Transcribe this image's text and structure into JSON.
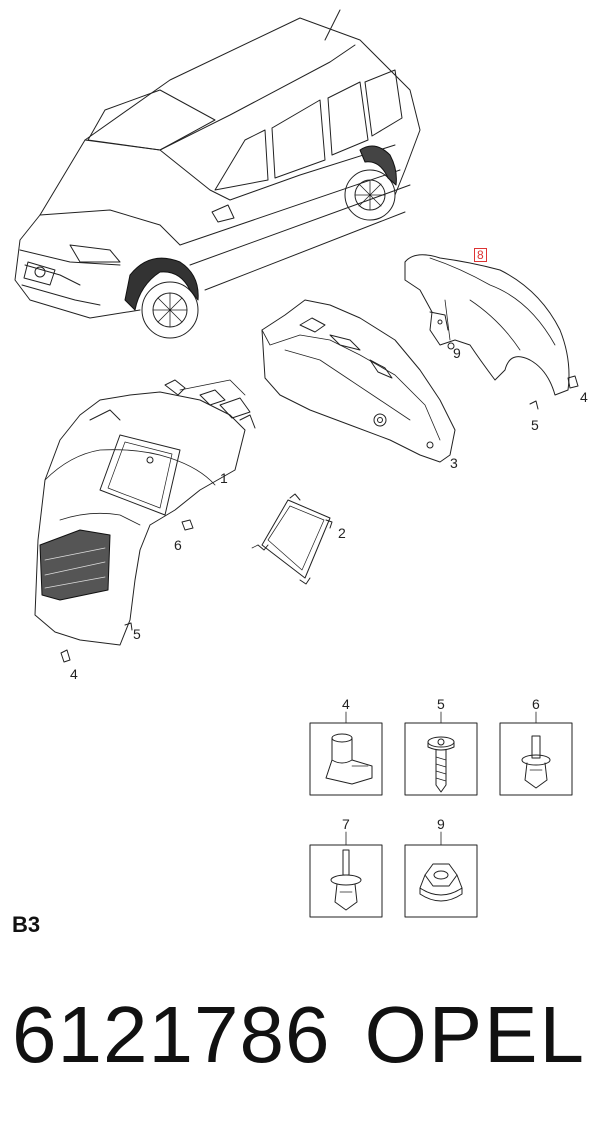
{
  "diagram": {
    "callouts": {
      "c1": "1",
      "c2": "2",
      "c3": "3",
      "c4a": "4",
      "c4b": "4",
      "c5a": "5",
      "c5b": "5",
      "c6": "6",
      "c8": "8",
      "c9": "9"
    },
    "fastener_table": [
      {
        "label": "4",
        "icon": "clip-icon"
      },
      {
        "label": "5",
        "icon": "screw-icon"
      },
      {
        "label": "6",
        "icon": "push-rivet-icon"
      },
      {
        "label": "7",
        "icon": "pin-rivet-icon"
      },
      {
        "label": "9",
        "icon": "nut-icon"
      }
    ],
    "colors": {
      "line": "#222222",
      "highlight": "#d33333",
      "shade": "#555555"
    }
  },
  "footer": {
    "section": "B3",
    "part_number": "6121786",
    "brand": "OPEL"
  }
}
